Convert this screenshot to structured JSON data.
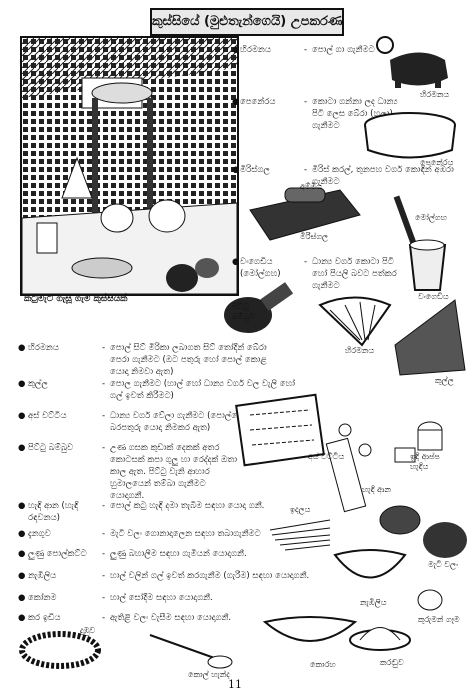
{
  "title": "කුස්සියේ (මුළුතැන්ගෙයි) උපකරණ",
  "scene_caption": "කටුමැටි ගැසූ ගැමි කුස්සියක්",
  "top_items": [
    {
      "name": "හිරමනය",
      "desc": "පොල් ගා ගැනීමට"
    },
    {
      "name": "පෙනේරය",
      "desc": "කොටා ගන්නා ලද ධාන්‍ය පිටි ලෙස බේරා (හලා) ගැනීමට"
    },
    {
      "name": "මිරිස්ගල",
      "desc": "මිරිස් කරල්, තුනපහ වර්ග කොඳින් අඹරා ගැනීමට"
    },
    {
      "name": "වංගෙඩිය (මෝල්ගහ)",
      "desc": "ධාන්‍ය වර්ග කොටා පිටි හෝ පියලි බවට පත්කර ගැනීමට"
    }
  ],
  "lower_items": [
    {
      "name": "හිරමනය",
      "desc": "පොල් සිට් මිරිකා ලබාගත සිට් තෝදීන් බේරා පෙරා ගැනීමට (ඔට පතුරු හෝ පොල් කොළ යොදා නිමවා ඇත)"
    },
    {
      "name": "කුල්ල",
      "desc": "පොල ගැනීමට (හාල් හෝ ධාන්‍ය වර්ග වල වැලි හෝ ගල් ඉවත් කිරීමට)"
    },
    {
      "name": "අස් වට්ටිය",
      "desc": "ධාන්‍ය වර්ග වේලා ගැනීමට (පොල්කොළ බරපතුරු යොදා නිමකර ඇත)"
    },
    {
      "name": "පිට්ටු බම්බුව",
      "desc": "උණ ගසක කුඩාක් දෙකක් අතර කොටසක් කපා ගුලු හා රෙද්දක් ඔතා කාල ඇත. පිට්ටු වැනි ආහාර හුමාලයෙන් තම්බා ගැනීමට යොදාගනී."
    },
    {
      "name": "හැඳි ආන (හැඳි රඳවනය)",
      "desc": "පොල් කටු හැඳි දමා තැබීම සඳහා යොදා ගනී."
    },
    {
      "name": "දැනගුව",
      "desc": "මැටි වලං ගොනාදාලෙන සඳහා තබාගැනීමට"
    },
    {
      "name": "ලුණු පොල්කට්ට",
      "desc": "ලුණු බහාලීම සඳහා ගැමියන් යොදාගනී."
    },
    {
      "name": "නැඹිලිය",
      "desc": "හාල් වලින් ගල් ඉවත් කරගැනීම (ගැරීම) සඳහා යොදාගනී."
    },
    {
      "name": "කෝනම",
      "desc": "හාල් සෝදීම සඳහා යොදාගනී."
    },
    {
      "name": "කර ඉඩිය",
      "desc": "ඇතිළි වලං වැසීම සඳහා යොදාගනී."
    }
  ],
  "figure_labels": {
    "hiramanaya": "හිරමනය",
    "penera": "පෙනේරය",
    "ammi": "අම්මිය",
    "mirisgala": "මිරිස්ගල",
    "molgaha": "මෝල්ගහ",
    "wangediya": "වංගෙඩිය",
    "pittu": "පිට්ටු බම්බුව",
    "hiramana2": "හිරමනය",
    "kulla": "කුල්ල",
    "aswattiya": "අස් වට්ටිය",
    "idi_appa": "ඉඳි ආප්ප හැඳිය",
    "handi_aana": "හැඳි ආන",
    "idalla": "ඉදලය",
    "mati_walan": "මැටි වලං",
    "nambiliya": "නැඹිලිය",
    "kuruman": "කුරුමන් ගෑම",
    "dunuwa": "දුඹුව",
    "kol_handa": "කොල් හැන්ද",
    "korama": "කොරහ",
    "karanduwa": "කරඬුව"
  },
  "page_number": "11"
}
